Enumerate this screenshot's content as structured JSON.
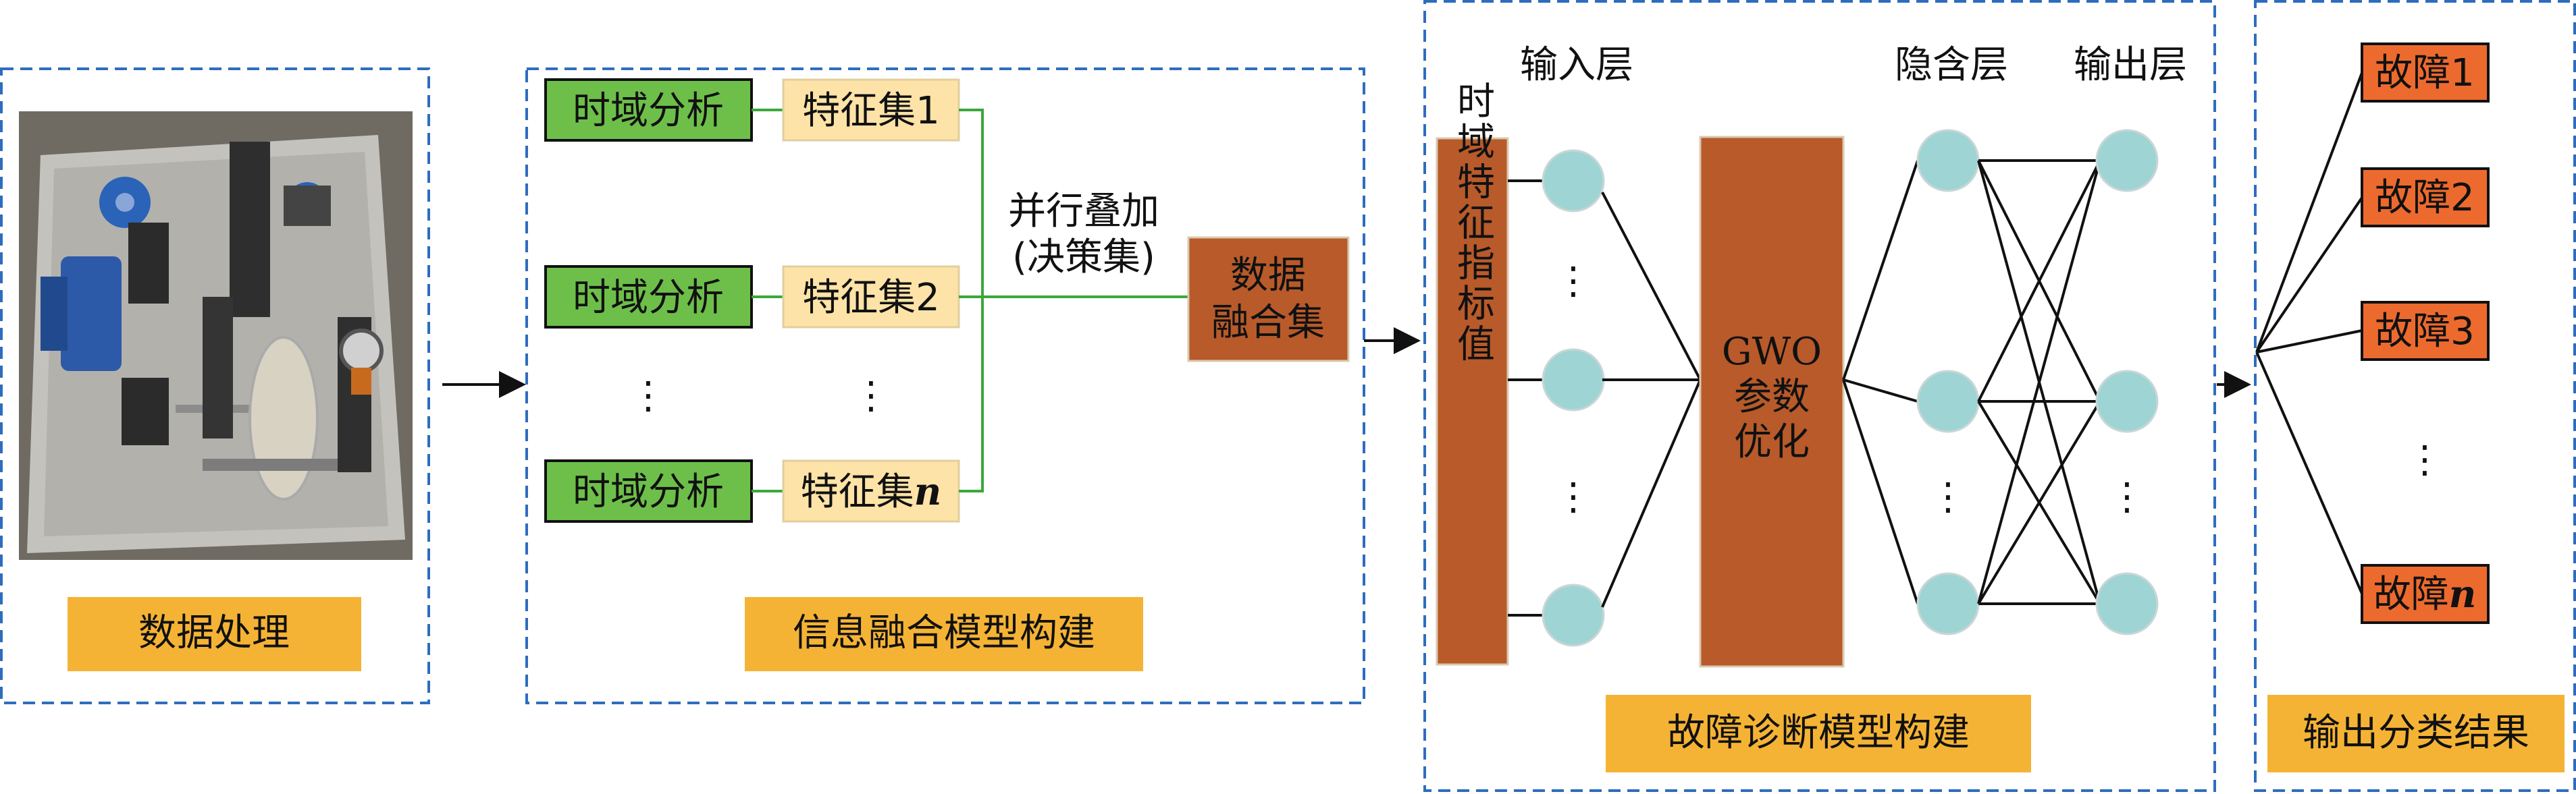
{
  "data_processing": {
    "label": "数据处理",
    "photo": "mechanical-test-rig-photo"
  },
  "fusion": {
    "label": "信息融合模型构建",
    "rows": [
      {
        "analysis": "时域分析",
        "feature": "特征集1"
      },
      {
        "analysis": "时域分析",
        "feature": "特征集2"
      },
      {
        "analysis": "时域分析",
        "feature_prefix": "特征集",
        "feature_suffix": "n"
      }
    ],
    "ellipsis": "⋮",
    "parallel_line1": "并行叠加",
    "parallel_line2": "(决策集)",
    "fusion_line1": "数据",
    "fusion_line2": "融合集"
  },
  "diagnosis": {
    "label": "故障诊断模型构建",
    "input_layer": "输入层",
    "hidden_layer": "隐含层",
    "output_layer": "输出层",
    "vertical_text": "时域特征指标值",
    "gwo_line1": "GWO",
    "gwo_line2": "参数",
    "gwo_line3": "优化",
    "ellipsis": "⋮"
  },
  "output": {
    "label": "输出分类结果",
    "faults": [
      "故障1",
      "故障2",
      "故障3"
    ],
    "last_fault_prefix": "故障",
    "last_fault_suffix": "n",
    "ellipsis": "⋮"
  },
  "colors": {
    "dashed_border": "#2e6dbe",
    "label_box": "#f5b335",
    "green_box": "#6dbf4a",
    "feature_box": "#fde3a7",
    "brown_box": "#b85a2a",
    "fault_box": "#ed6a2e",
    "node": "#9ed4d4"
  }
}
